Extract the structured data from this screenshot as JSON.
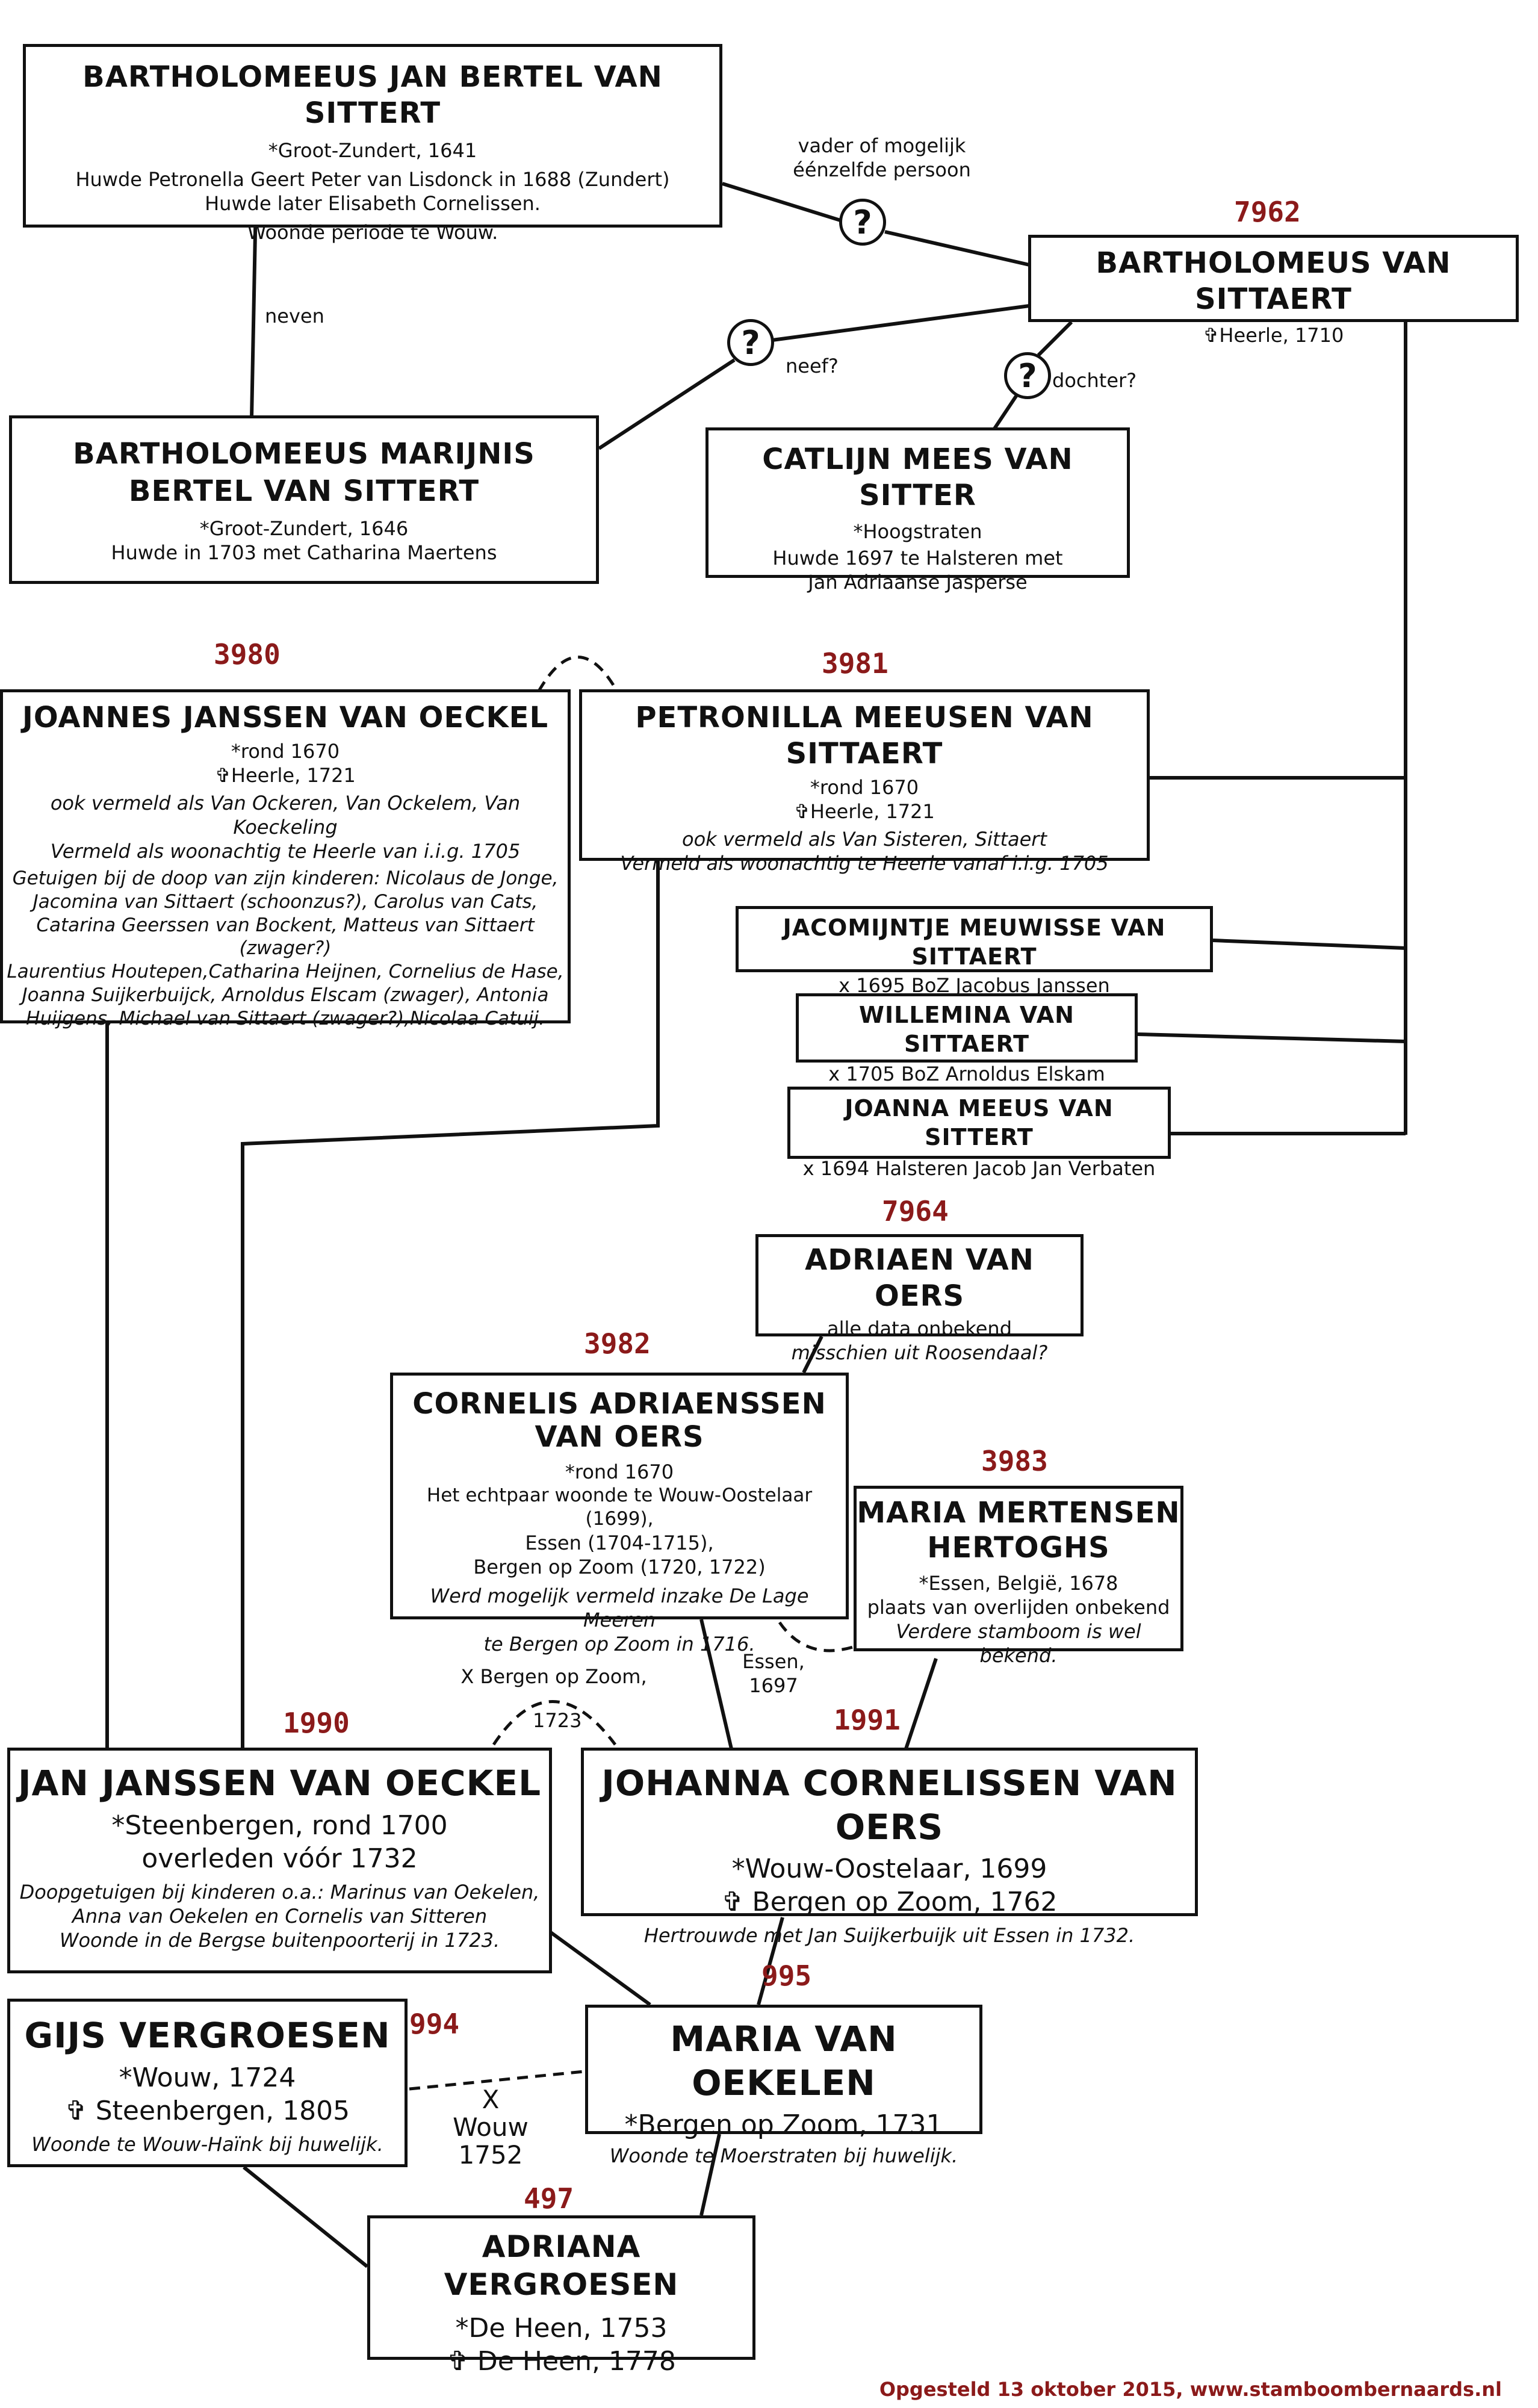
{
  "persons": {
    "bjbvs": {
      "name": "BARTHOLOMEEUS JAN BERTEL VAN SITTERT",
      "lines": [
        "*Groot-Zundert, 1641",
        "Huwde Petronella Geert Peter van Lisdonck in 1688 (Zundert)",
        "Huwde later Elisabeth Cornelissen.",
        "Woonde periode te Wouw."
      ]
    },
    "bvs": {
      "number": "7962",
      "name": "BARTHOLOMEUS VAN SITTAERT",
      "lines": [
        "✞Heerle, 1710"
      ]
    },
    "bmbvs": {
      "name": "BARTHOLOMEEUS MARIJNIS BERTEL VAN SITTERT",
      "lines": [
        "*Groot-Zundert, 1646",
        "Huwde in 1703 met Catharina Maertens"
      ]
    },
    "cmvs": {
      "name": "CATLIJN MEES VAN SITTER",
      "lines": [
        "*Hoogstraten",
        "Huwde 1697 te Halsteren met",
        "Jan Adriaanse Jasperse"
      ]
    },
    "jjvo": {
      "number": "3980",
      "name": "JOANNES JANSSEN VAN OECKEL",
      "lines": [
        "*rond 1670",
        "✞Heerle, 1721"
      ],
      "italic": [
        "ook vermeld als Van Ockeren, Van Ockelem, Van Koeckeling",
        "Vermeld als woonachtig te Heerle van i.i.g. 1705",
        "Getuigen bij de doop van zijn kinderen: Nicolaus de Jonge,",
        "Jacomina van Sittaert (schoonzus?), Carolus van Cats,",
        "Catarina Geerssen van Bockent, Matteus van Sittaert (zwager?)",
        "Laurentius Houtepen,Catharina Heijnen, Cornelius de Hase,",
        "Joanna Suijkerbuijck, Arnoldus Elscam (zwager), Antonia",
        "Huijgens, Michael van Sittaert (zwager?),Nicolaa Catuij."
      ]
    },
    "pmvs": {
      "number": "3981",
      "name": "PETRONILLA MEEUSEN VAN SITTAERT",
      "lines": [
        "*rond 1670",
        "✞Heerle, 1721"
      ],
      "italic": [
        "ook vermeld als Van Sisteren, Sittaert",
        "Vermeld als woonachtig te Heerle vanaf i.i.g. 1705"
      ]
    },
    "jmvs": {
      "name": "JACOMIJNTJE MEUWISSE VAN SITTAERT",
      "lines": [
        "x 1695 BoZ Jacobus Janssen"
      ]
    },
    "wvs": {
      "name": "WILLEMINA VAN SITTAERT",
      "lines": [
        "x 1705 BoZ Arnoldus Elskam"
      ]
    },
    "jomvs": {
      "name": "JOANNA MEEUS VAN SITTERT",
      "lines": [
        "x 1694 Halsteren Jacob Jan Verbaten"
      ]
    },
    "avo": {
      "number": "7964",
      "name": "ADRIAEN VAN OERS",
      "lines": [
        "alle data onbekend"
      ],
      "italic": [
        "misschien uit Roosendaal?"
      ]
    },
    "cavo": {
      "number": "3982",
      "name": "CORNELIS ADRIAENSSEN VAN OERS",
      "lines": [
        "*rond 1670",
        "Het echtpaar woonde te Wouw-Oostelaar (1699),",
        "Essen (1704-1715),",
        "Bergen op Zoom (1720, 1722)"
      ],
      "italic": [
        "Werd mogelijk vermeld inzake De Lage Meeren",
        "te Bergen op Zoom in 1716."
      ]
    },
    "mmh": {
      "number": "3983",
      "name": "MARIA MERTENSEN HERTOGHS",
      "lines": [
        "*Essen, België, 1678",
        "plaats van overlijden onbekend"
      ],
      "italic": [
        "Verdere stamboom is wel bekend."
      ]
    },
    "janvo": {
      "number": "1990",
      "name": "JAN JANSSEN VAN OECKEL",
      "lines": [
        "*Steenbergen, rond 1700",
        "overleden vóór 1732"
      ],
      "italic": [
        "Doopgetuigen bij kinderen o.a.: Marinus van Oekelen,",
        "Anna van Oekelen en Cornelis van Sitteren",
        "Woonde in de Bergse buitenpoorterij in 1723."
      ]
    },
    "jcvo": {
      "number": "1991",
      "name": "JOHANNA CORNELISSEN VAN OERS",
      "lines": [
        "*Wouw-Oostelaar, 1699",
        "✞ Bergen op Zoom, 1762"
      ],
      "italic": [
        "Hertrouwde met Jan Suijkerbuijk uit Essen in 1732."
      ]
    },
    "gv": {
      "number": "994",
      "name": "GIJS VERGROESEN",
      "lines": [
        "*Wouw, 1724",
        "✞ Steenbergen, 1805"
      ],
      "italic": [
        "Woonde te Wouw-Haïnk bij huwelijk."
      ]
    },
    "mvo": {
      "number": "995",
      "name": "MARIA VAN OEKELEN",
      "lines": [
        "*Bergen op Zoom, 1731"
      ],
      "italic": [
        "Woonde te Moerstraten bij huwelijk."
      ]
    },
    "av": {
      "number": "497",
      "name": "ADRIANA VERGROESEN",
      "lines": [
        "*De Heen, 1753",
        "✞ De Heen, 1778"
      ]
    }
  },
  "labels": {
    "vader": "vader of mogelijk\néénzelfde persoon",
    "neven": "neven",
    "neef": "neef?",
    "dochter": "dochter?",
    "question": "?",
    "marriage1": "X Bergen op Zoom,",
    "marriage1_year": "1723",
    "essen": "Essen,\n1697",
    "marriage2": "X\nWouw\n1752"
  },
  "footer": "Opgesteld 13 oktober 2015, www.stamboombernaards.nl",
  "colors": {
    "number": "#8b1a1a",
    "line": "#111111"
  }
}
